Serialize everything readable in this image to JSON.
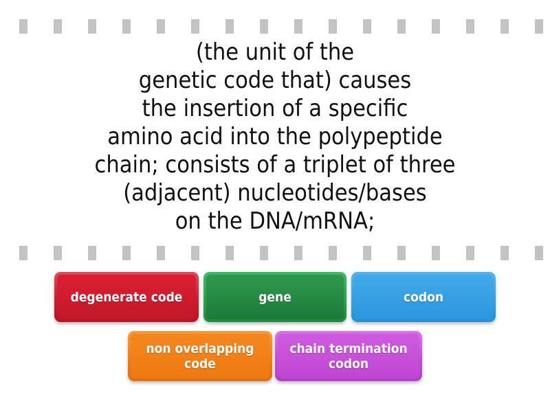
{
  "activity": {
    "question_text": "(the unit of the\ngenetic code that) causes\nthe insertion of a specific\namino acid into the polypeptide\nchain; consists of a triplet of three\n(adjacent) nucleotides/bases\non the DNA/mRNA;"
  },
  "answers": {
    "row1": [
      {
        "label": "degenerate code",
        "color": "#c4172a"
      },
      {
        "label": "gene",
        "color": "#1d7a38"
      },
      {
        "label": "codon",
        "color": "#2b97dd"
      }
    ],
    "row2": [
      {
        "label": "non overlapping code",
        "color": "#ed7a10"
      },
      {
        "label": "chain termination codon",
        "color": "#bf46d1"
      }
    ]
  },
  "decor": {
    "dash_color": "#c3c3c3"
  }
}
